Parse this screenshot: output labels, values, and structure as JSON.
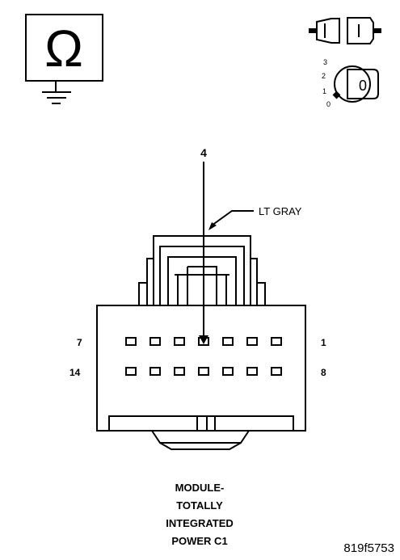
{
  "ohmmeter": {
    "icon": "ohm-icon",
    "ground_icon": "ground-icon",
    "symbol": "Ω"
  },
  "connector_icon": "connector-disconnected-icon",
  "ignition": {
    "icon": "ignition-key-icon",
    "positions": [
      "3",
      "2",
      "1",
      "0"
    ],
    "key_position": "0"
  },
  "probe": {
    "pin": "4",
    "wire_color": "LT GRAY"
  },
  "connector": {
    "row1_left": "7",
    "row1_right": "1",
    "row2_left": "14",
    "row2_right": "8"
  },
  "caption": {
    "lines": [
      "MODULE-",
      "TOTALLY",
      "INTEGRATED",
      "POWER C1"
    ]
  },
  "figure_id": "819f5753"
}
